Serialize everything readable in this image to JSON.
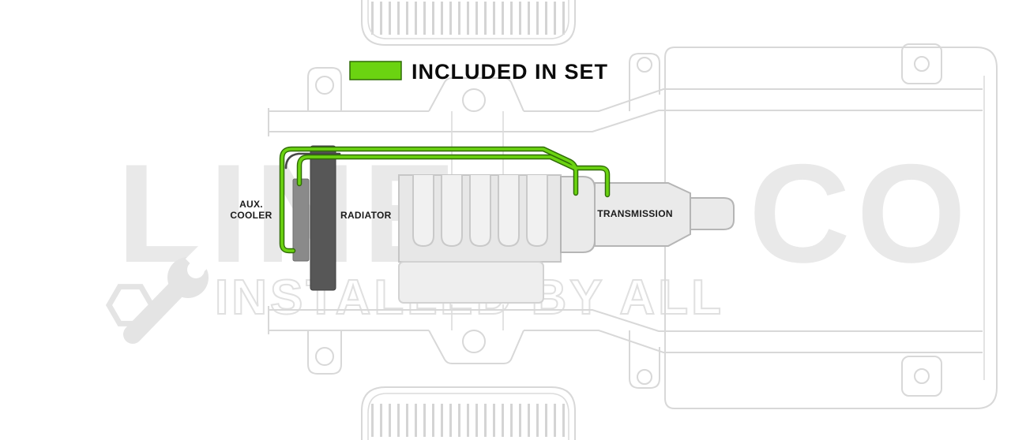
{
  "legend": {
    "label": "INCLUDED IN SET"
  },
  "labels": {
    "aux_line1": "AUX.",
    "aux_line2": "COOLER",
    "radiator": "RADIATOR",
    "transmission": "TRANSMISSION"
  },
  "watermark": {
    "brand_left": "LINE",
    "brand_right": "CO",
    "tagline": "INSTALLED BY ALL"
  },
  "colors": {
    "included_green": "#6BD311",
    "green_edge": "#2F6B06",
    "line_detail_dark": "#474747",
    "radiator_fill": "#575757",
    "aux_cooler_fill": "#8a8a8a"
  }
}
